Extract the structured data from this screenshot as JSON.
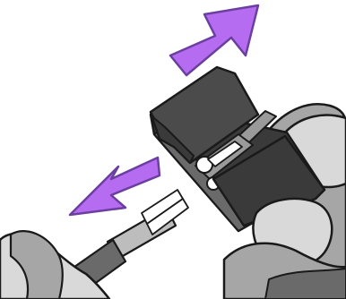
{
  "illustration": {
    "subject": "fiber-cleaver-open-remove-fiber",
    "labels": []
  },
  "colors": {
    "background": "#ffffff",
    "arrow": "#b56cf0",
    "arrow_outline": "#6a3fa0",
    "device_dark": "#4b4b4b",
    "device_darker": "#3a3a3a",
    "device_mid": "#6a6a6a",
    "device_light": "#9a9a9a",
    "hand_fill": "#d9d9d9",
    "hand_shadow": "#a6a6a6",
    "fiber_fill": "#ffffff",
    "tube_fill": "#bdbdbd",
    "outline": "#1a1a1a"
  },
  "arrows": [
    {
      "name": "arrow-open-lid",
      "direction": "up-right"
    },
    {
      "name": "arrow-remove-fiber",
      "direction": "down-left"
    }
  ]
}
